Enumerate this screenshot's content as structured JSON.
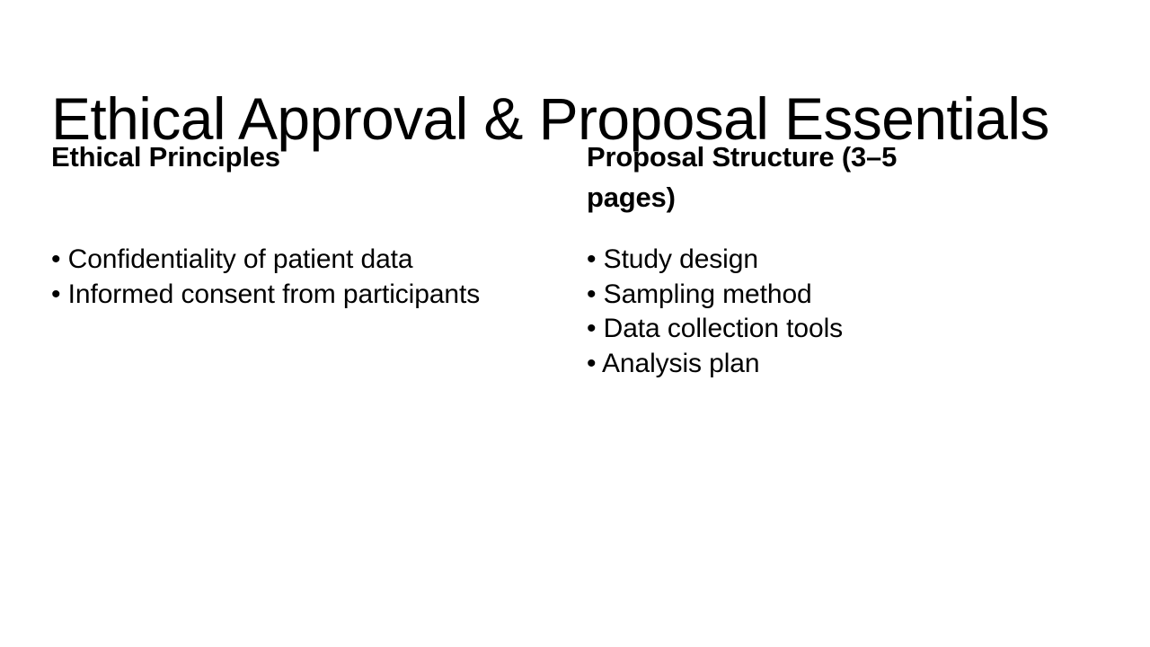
{
  "slide": {
    "title": "Ethical Approval & Proposal Essentials",
    "bullet_glyph": "•",
    "text_color": "#000000",
    "background_color": "#ffffff"
  },
  "columns": [
    {
      "heading": "Ethical Principles",
      "bullets": [
        "Confidentiality of patient data",
        "Informed consent from participants"
      ]
    },
    {
      "heading": "Proposal Structure (3–5 pages)",
      "bullets": [
        "Study design",
        "Sampling method",
        "Data collection tools",
        "Analysis plan"
      ]
    }
  ]
}
